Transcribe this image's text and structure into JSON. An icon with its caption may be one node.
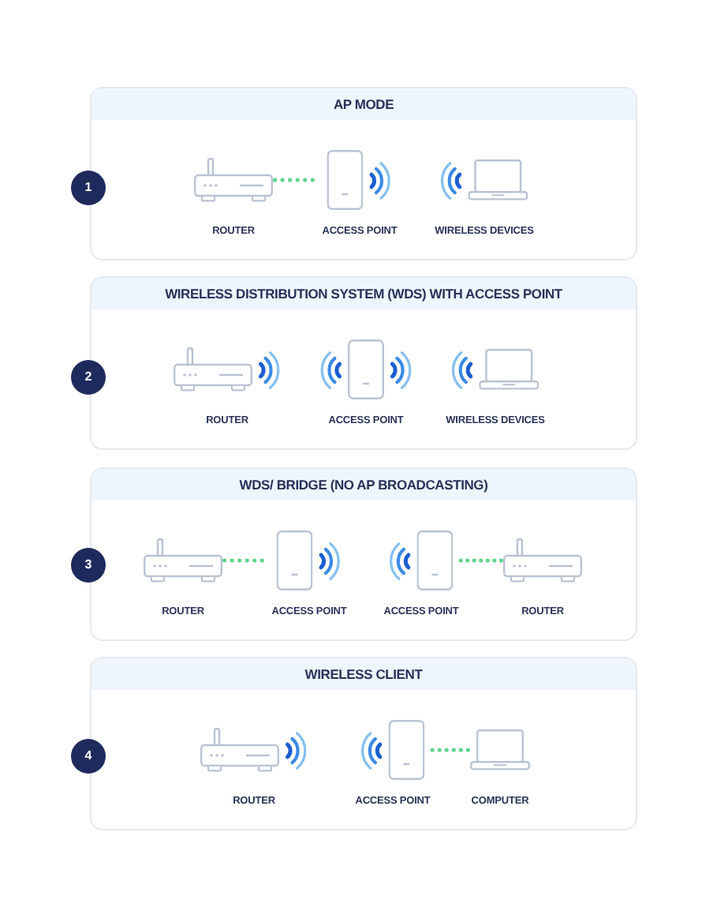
{
  "diagram": {
    "nodes": [
      {
        "text": [
          "AP MODE"
        ]
      },
      {
        "text": [
          "1"
        ]
      },
      {
        "text": [
          "ROUTER"
        ],
        "in": 0
      },
      {
        "text": [
          "ACCESS POINT"
        ],
        "in": 0
      },
      {
        "text": [
          "WIRELESS DEVICES"
        ],
        "in": 0
      },
      {
        "text": [
          "WIRELESS DISTRIBUTION SYSTEM (WDS) WITH ACCESS POINT"
        ]
      },
      {
        "text": [
          "2"
        ]
      },
      {
        "text": [
          "ROUTER"
        ],
        "in": 5
      },
      {
        "text": [
          "ACCESS POINT"
        ],
        "in": 5
      },
      {
        "text": [
          "WIRELESS DEVICES"
        ],
        "in": 5
      },
      {
        "text": [
          "WDS/ BRIDGE (NO AP BROADCASTING)"
        ]
      },
      {
        "text": [
          "3"
        ]
      },
      {
        "text": [
          "ROUTER"
        ],
        "in": 10
      },
      {
        "text": [
          "ACCESS POINT"
        ],
        "in": 10
      },
      {
        "text": [
          "ACCESS POINT"
        ],
        "in": 10
      },
      {
        "text": [
          "ROUTER"
        ],
        "in": 10
      },
      {
        "text": [
          "WIRELESS CLIENT"
        ]
      },
      {
        "text": [
          "4"
        ]
      },
      {
        "text": [
          "ROUTER"
        ],
        "in": 16
      },
      {
        "text": [
          "ACCESS POINT"
        ],
        "in": 16
      },
      {
        "text": [
          "COMPUTER"
        ],
        "in": 16
      }
    ],
    "edges": [
      {
        "from": 2,
        "to": 3,
        "arrow": "none",
        "style": "dashed",
        "color": "#5fd48c"
      },
      {
        "from": 12,
        "to": 13,
        "arrow": "none",
        "style": "dashed",
        "color": "#5fd48c"
      },
      {
        "from": 14,
        "to": 15,
        "arrow": "none",
        "style": "dashed",
        "color": "#5fd48c"
      },
      {
        "from": 19,
        "to": 20,
        "arrow": "none",
        "style": "dashed",
        "color": "#5fd48c"
      }
    ]
  }
}
